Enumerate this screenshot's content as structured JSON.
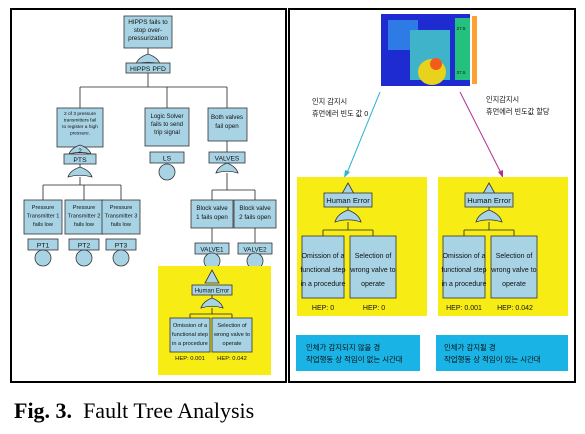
{
  "left_panel": {
    "top_event": {
      "lines": [
        "HIPPS fails to",
        "stop over-",
        "pressurization"
      ],
      "label": "HIPPS PFD"
    },
    "pts_event": {
      "lines": [
        "2 of 3 pressure",
        "transmitters fail",
        "to register a high",
        "pressure."
      ],
      "vote": "2",
      "label": "PTS"
    },
    "ls_event": {
      "lines": [
        "Logic Solver",
        "fails to send",
        "trip signal"
      ],
      "label": "LS"
    },
    "valves_event": {
      "lines": [
        "Both valves",
        "fail open"
      ],
      "label": "VALVES"
    },
    "pt1": {
      "lines": [
        "Pressure",
        "Transmitter 1",
        "fails low"
      ],
      "label": "PT1"
    },
    "pt2": {
      "lines": [
        "Pressure",
        "Transmitter 2",
        "fails low"
      ],
      "label": "PT2"
    },
    "pt3": {
      "lines": [
        "Pressure",
        "Transmitter 3",
        "fails low"
      ],
      "label": "PT3"
    },
    "valve1": {
      "lines": [
        "Block valve",
        "1 fails open"
      ],
      "label": "VALVE1"
    },
    "valve2": {
      "lines": [
        "Block valve",
        "2 fails open"
      ],
      "label": "VALVE2"
    },
    "human_error": {
      "title": "Human Error",
      "left": {
        "lines": [
          "Omission of a",
          "functional step",
          "in a procedure"
        ],
        "hep": "HEP: 0.001"
      },
      "right": {
        "lines": [
          "Selection of",
          "wrong valve to",
          "operate"
        ],
        "hep": "HEP: 0.042"
      }
    }
  },
  "right_panel": {
    "thermal_scale": [
      "27.5",
      "37.5"
    ],
    "label_left": [
      "인지 감지시",
      "휴먼에러 빈도 값 0"
    ],
    "label_right": [
      "인지감지시",
      "휴먼에러 빈도값 할당"
    ],
    "tree_left": {
      "title": "Human Error",
      "left": {
        "lines": [
          "Omission of a",
          "functional step",
          "in a procedure"
        ],
        "hep": "HEP:  0"
      },
      "right": {
        "lines": [
          "Selection of",
          "wrong valve to",
          "operate"
        ],
        "hep": "HEP:  0"
      }
    },
    "tree_right": {
      "title": "Human Error",
      "left": {
        "lines": [
          "Omission of a",
          "functional step",
          "in a procedure"
        ],
        "hep": "HEP: 0.001"
      },
      "right": {
        "lines": [
          "Selection of",
          "wrong valve to",
          "operate"
        ],
        "hep": "HEP: 0.042"
      }
    },
    "note_left": [
      "인체가 감지되지 않을 경",
      "작업행동 상 적임이 없는 시간대"
    ],
    "note_right": [
      "인체가 감지될 경",
      "작업행동 상 적임이 있는 시간대"
    ]
  },
  "caption": {
    "label": "Fig. 3.",
    "text": "Fault Tree Analysis"
  },
  "colors": {
    "box": "#a8d3e4",
    "yellow": "#f7ec13",
    "cyan": "#19b3e6",
    "arrow_left": "#2bb3d1",
    "arrow_right": "#b0318f"
  }
}
